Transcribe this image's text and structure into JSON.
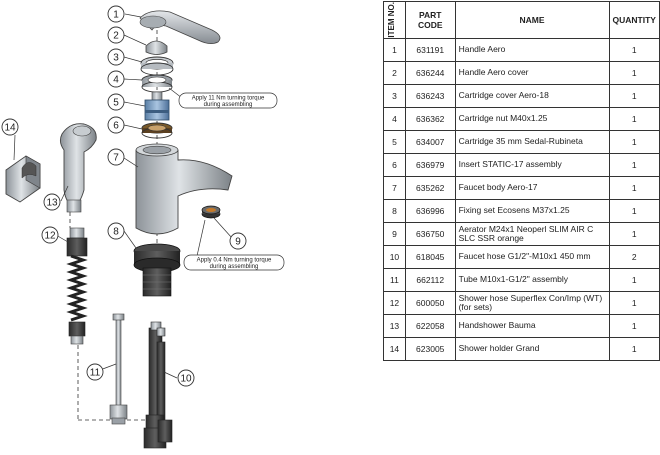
{
  "table": {
    "headers": {
      "item_no": "ITEM NO.",
      "part_code": "PART CODE",
      "name": "NAME",
      "quantity": "QUANTITY"
    },
    "rows": [
      {
        "item": "1",
        "code": "631191",
        "name": "Handle Aero",
        "qty": "1"
      },
      {
        "item": "2",
        "code": "636244",
        "name": "Handle Aero cover",
        "qty": "1"
      },
      {
        "item": "3",
        "code": "636243",
        "name": "Cartridge cover Aero-18",
        "qty": "1"
      },
      {
        "item": "4",
        "code": "636362",
        "name": "Cartridge nut M40x1.25",
        "qty": "1"
      },
      {
        "item": "5",
        "code": "634007",
        "name": "Cartridge 35 mm Sedal-Rubineta",
        "qty": "1"
      },
      {
        "item": "6",
        "code": "636979",
        "name": "Insert STATIC-17 assembly",
        "qty": "1"
      },
      {
        "item": "7",
        "code": "635262",
        "name": "Faucet body Aero-17",
        "qty": "1"
      },
      {
        "item": "8",
        "code": "636996",
        "name": "Fixing set Ecosens M37x1.25",
        "qty": "1"
      },
      {
        "item": "9",
        "code": "636750",
        "name": "Aerator M24x1 Neoperl SLIM AIR C SLC SSR orange",
        "qty": "1"
      },
      {
        "item": "10",
        "code": "618045",
        "name": "Faucet hose G1/2\"-M10x1 450 mm",
        "qty": "2"
      },
      {
        "item": "11",
        "code": "662112",
        "name": "Tube M10x1-G1/2\" assembly",
        "qty": "1"
      },
      {
        "item": "12",
        "code": "600050",
        "name": "Shower hose Superflex Con/Imp (WT) (for sets)",
        "qty": "1"
      },
      {
        "item": "13",
        "code": "622058",
        "name": "Handshower Bauma",
        "qty": "1"
      },
      {
        "item": "14",
        "code": "623005",
        "name": "Shower holder Grand",
        "qty": "1"
      }
    ]
  },
  "drawing": {
    "callouts": [
      "1",
      "2",
      "3",
      "4",
      "5",
      "6",
      "7",
      "8",
      "9",
      "10",
      "11",
      "12",
      "13",
      "14"
    ],
    "notes": {
      "upper_line1": "Apply 11 Nm turning torque",
      "upper_line2": "during assembling",
      "lower_line1": "Apply 0.4 Nm turning torque",
      "lower_line2": "during assembling"
    }
  }
}
